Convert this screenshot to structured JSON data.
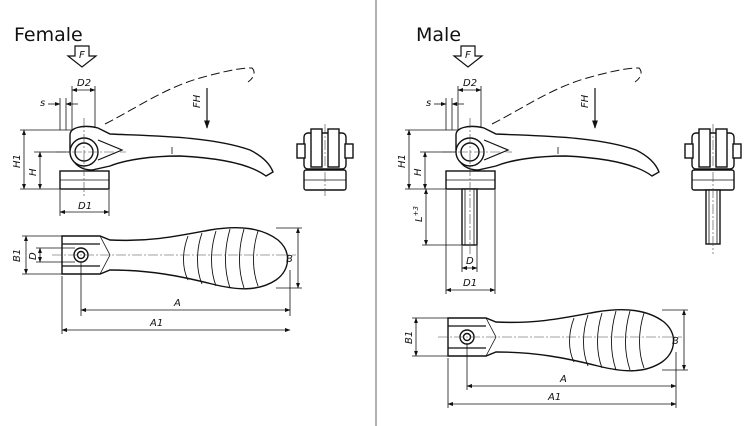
{
  "panels": {
    "female": {
      "title": "Female"
    },
    "male": {
      "title": "Male"
    }
  },
  "labels": {
    "force": "F",
    "d2": "D2",
    "s": "s",
    "fh": "FH",
    "h1": "H1",
    "h": "H",
    "d1": "D1",
    "b1": "B1",
    "d": "D",
    "b": "B",
    "a": "A",
    "a1": "A1",
    "l": "L",
    "l_tol": "+3"
  }
}
